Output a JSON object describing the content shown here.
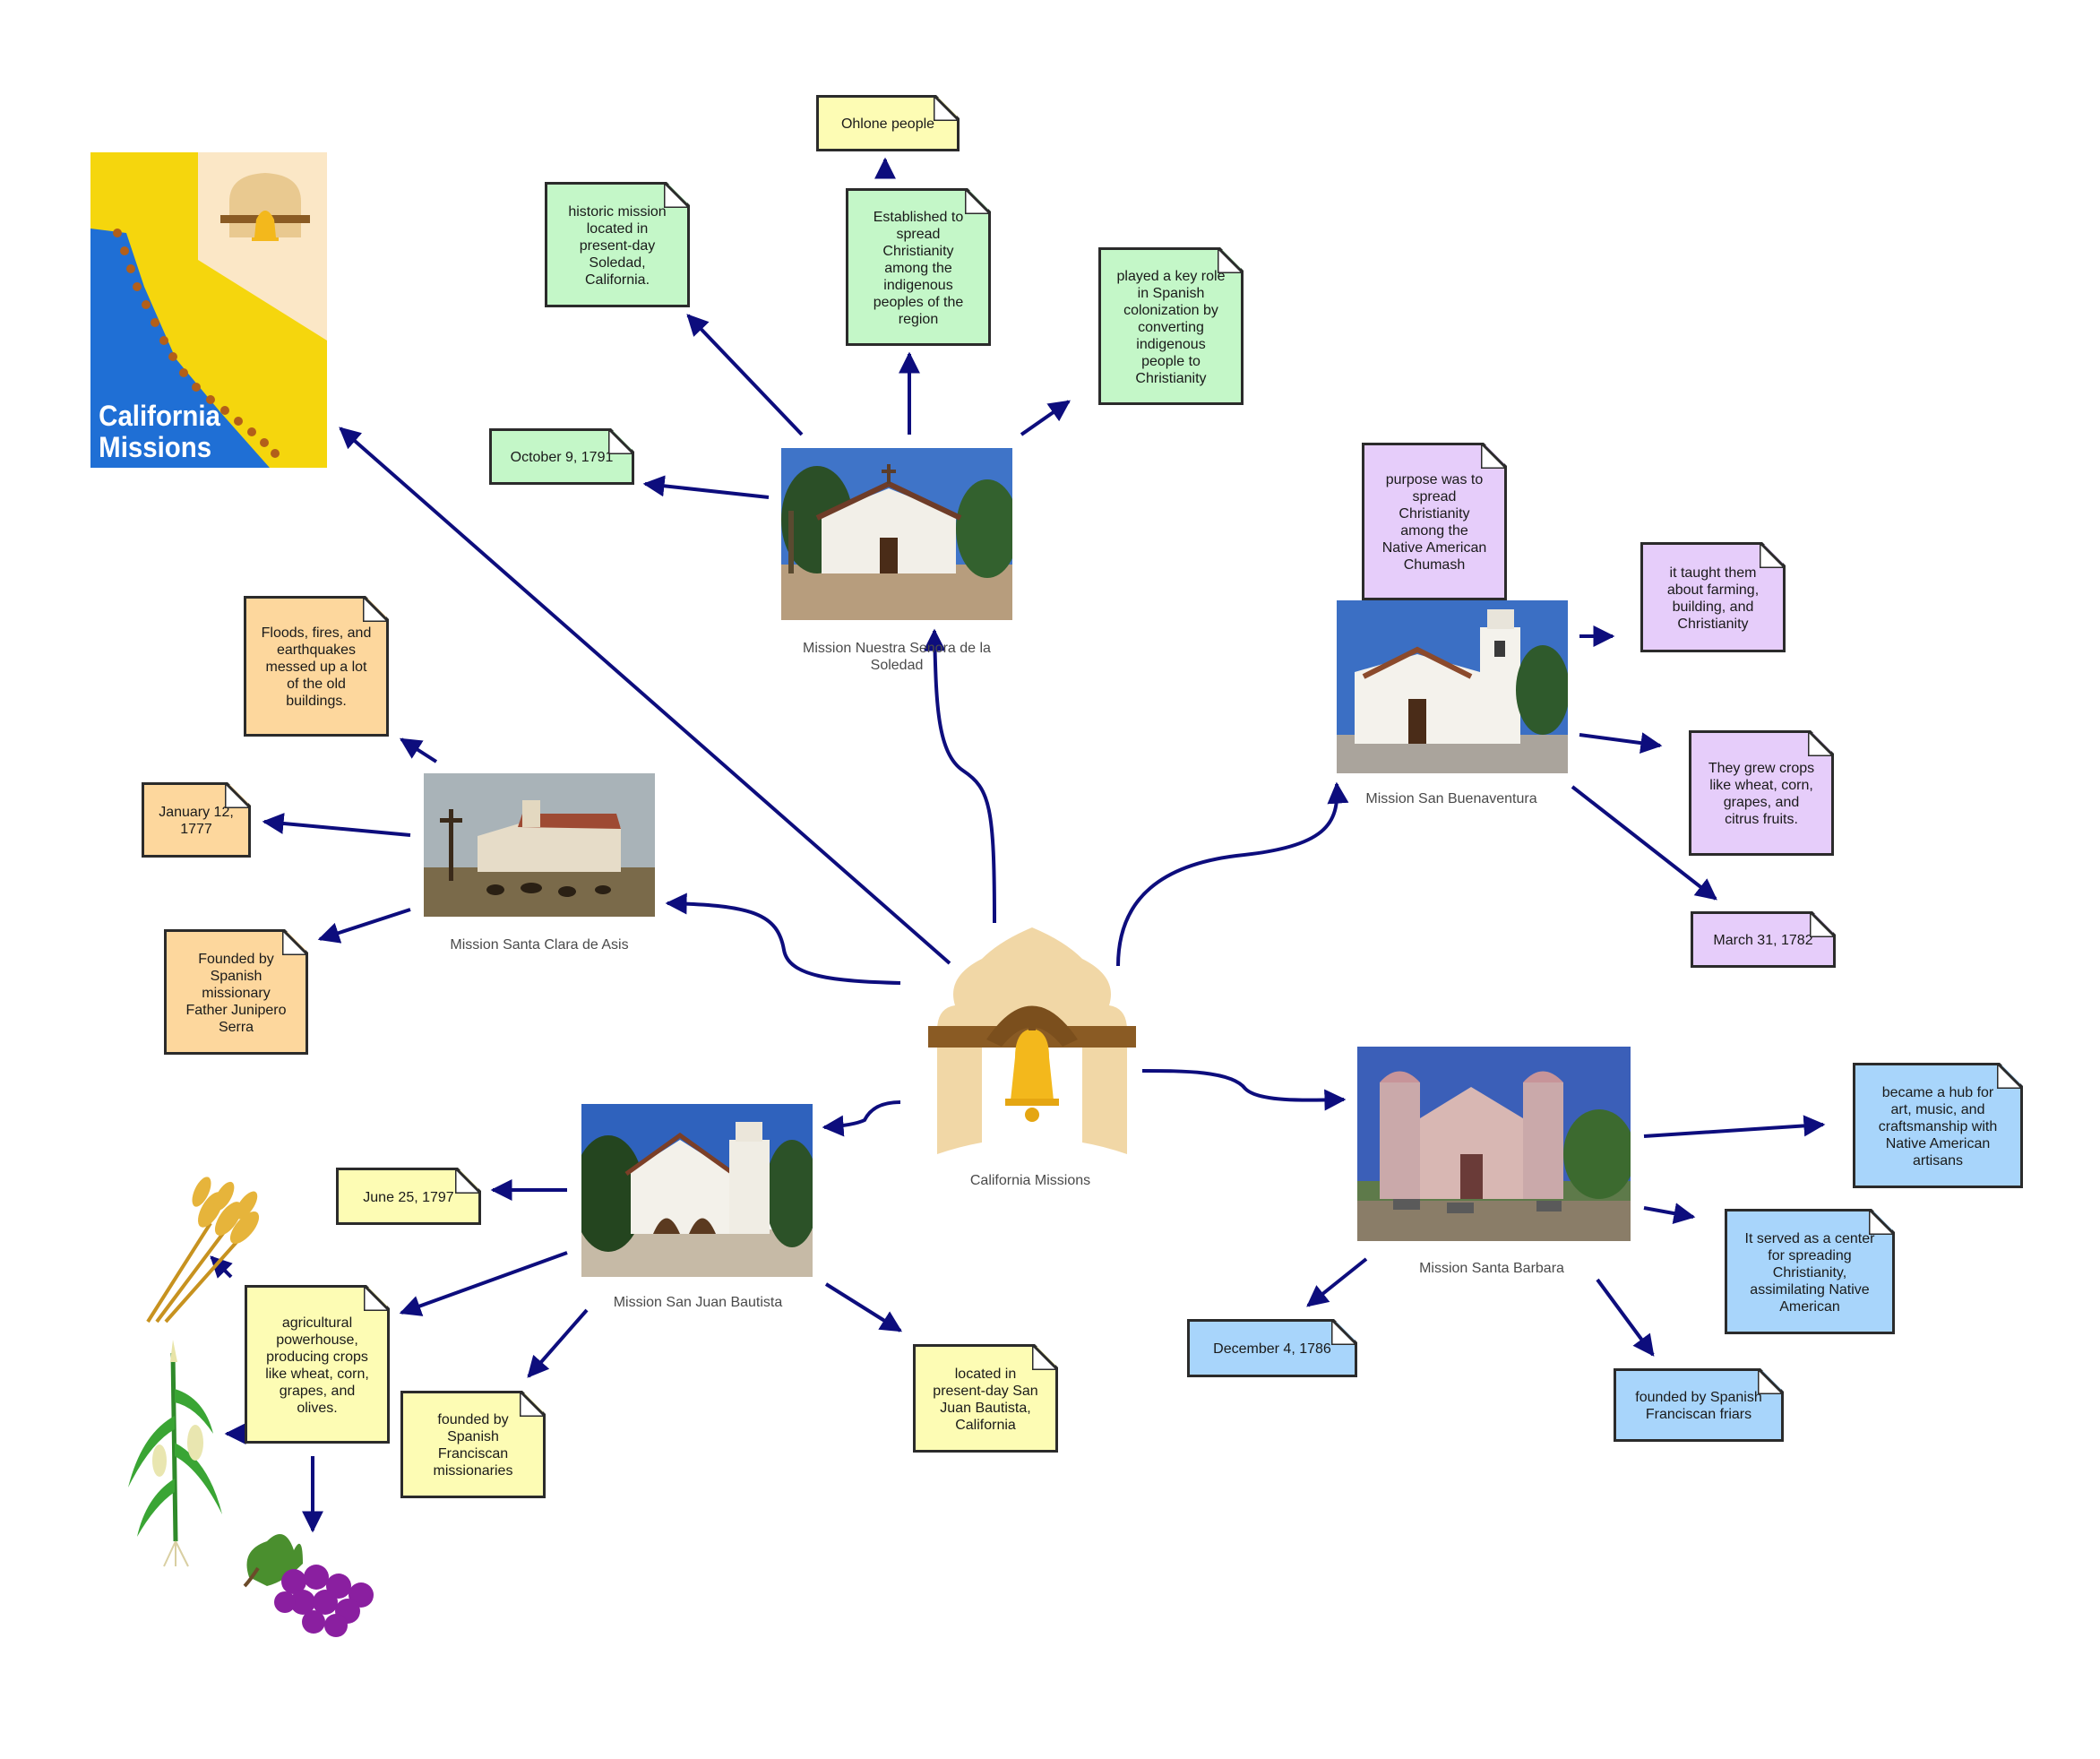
{
  "center": {
    "label": "California Missions"
  },
  "cover": {
    "title_line1": "California",
    "title_line2": "Missions"
  },
  "missions": {
    "soledad": {
      "caption": "Mission Nuestra Senora de la Soledad",
      "notes": {
        "located": "historic mission located in present-day Soledad, California.",
        "ohlone": "Ohlone people",
        "purpose": "Established to spread Christianity among the indigenous peoples of the region",
        "role": "played a key role in Spanish colonization by converting indigenous people to Christianity",
        "date": "October 9, 1791"
      }
    },
    "buenaventura": {
      "caption": "Mission San Buenaventura",
      "notes": {
        "purpose": "purpose was to spread Christianity among the Native American Chumash",
        "taught": "it taught them about farming, building, and Christianity",
        "crops": "They grew crops like wheat, corn, grapes, and citrus fruits.",
        "date": "March 31, 1782"
      }
    },
    "santa_clara": {
      "caption": "Mission Santa Clara de Asis",
      "notes": {
        "disasters": "Floods, fires, and earthquakes messed up a lot of the old buildings.",
        "date": "January 12, 1777",
        "founded": "Founded by Spanish missionary Father Junipero Serra"
      }
    },
    "san_juan": {
      "caption": "Mission San Juan Bautista",
      "notes": {
        "date": "June 25, 1797",
        "agriculture": "agricultural powerhouse, producing crops like wheat, corn, grapes, and olives.",
        "founded": "founded by Spanish Franciscan missionaries",
        "located": "located in present-day San Juan Bautista, California"
      }
    },
    "santa_barbara": {
      "caption": "Mission Santa Barbara",
      "notes": {
        "hub": "became a hub for art, music, and craftsmanship with Native American artisans",
        "center": "It served as a center for spreading Christianity, assimilating Native American",
        "date": "December 4, 1786",
        "founded": "founded by Spanish Franciscan friars"
      }
    }
  },
  "colors": {
    "arrow": "#0d0d7d",
    "green": "#c4f7c8",
    "yellow": "#fdfcb4",
    "purple": "#e6cdfa",
    "orange": "#fdd79d",
    "blue": "#a8d5fb"
  }
}
